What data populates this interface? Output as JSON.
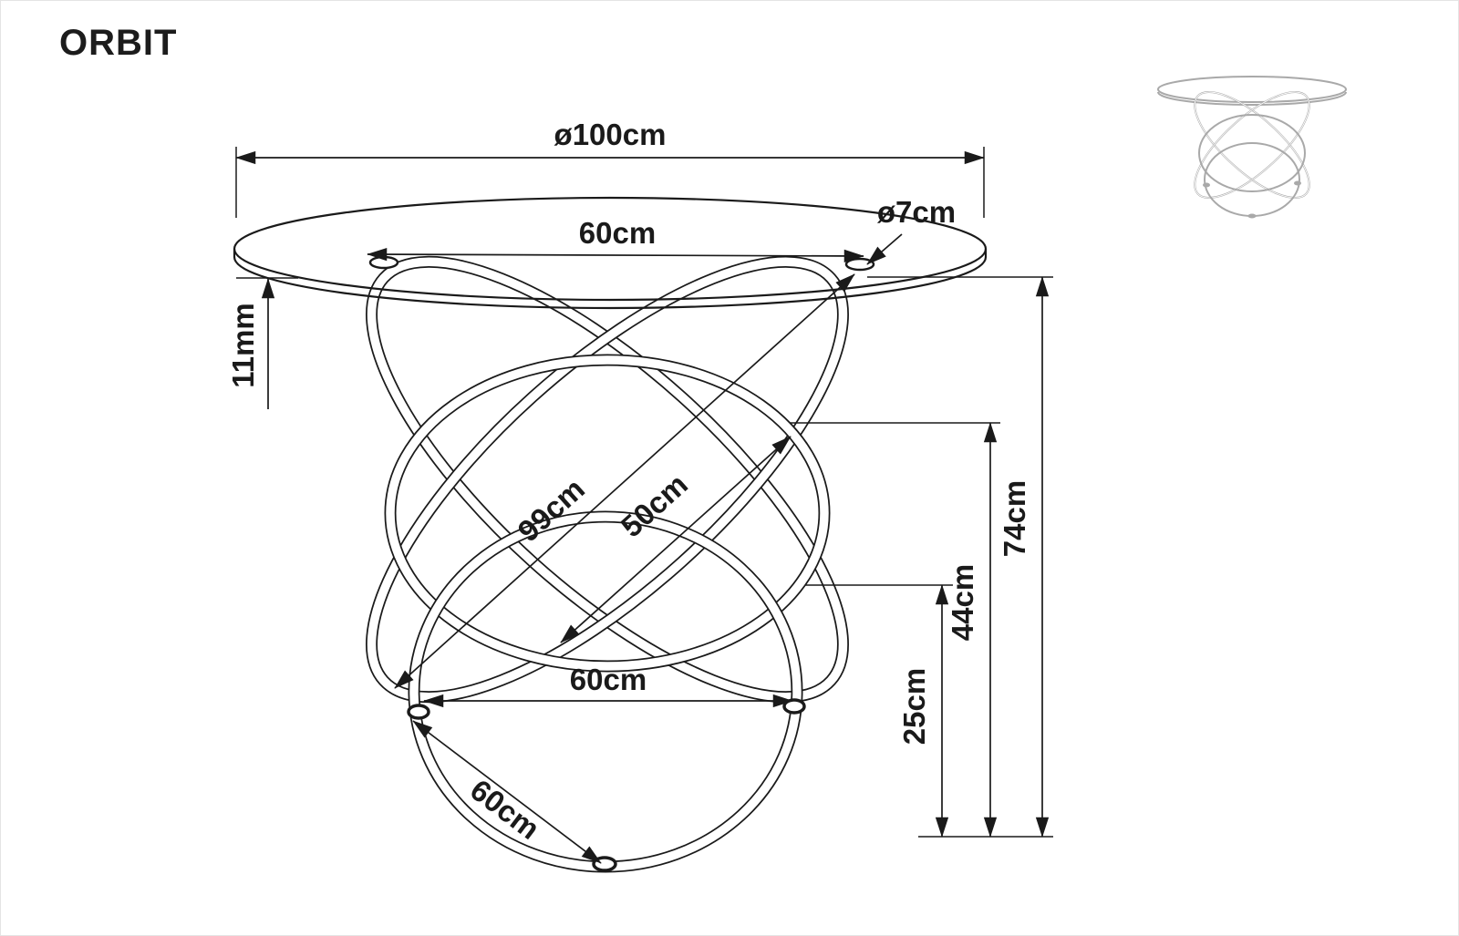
{
  "page": {
    "title": "ORBIT"
  },
  "colors": {
    "ink": "#1a1a1a",
    "background": "#ffffff"
  },
  "dimensions": {
    "top_diameter": "ø100cm",
    "tube_diameter": "ø7cm",
    "inner_top_width": "60cm",
    "glass_thickness": "11mm",
    "ring_diagonal": "99cm",
    "inner_ring": "50cm",
    "total_height": "74cm",
    "mid_height": "44cm",
    "lower_height": "25cm",
    "base_width": "60cm",
    "base_ring_width": "60cm"
  }
}
